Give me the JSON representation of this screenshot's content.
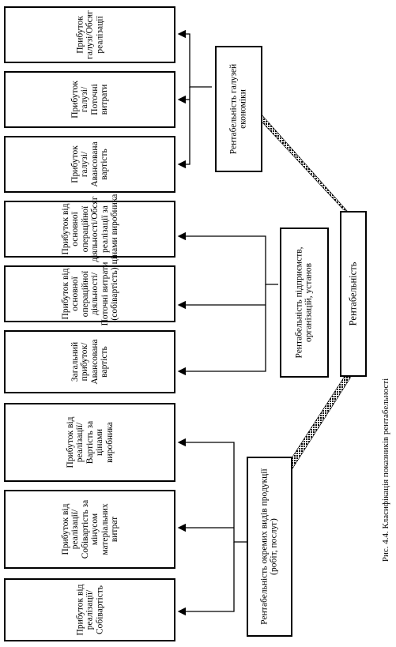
{
  "root": {
    "label": "Рентабельність"
  },
  "groups": [
    {
      "label": "Рентабельність галузей економіки",
      "leaves": [
        {
          "label": "Прибуток галузі/Обсяг реалізації"
        },
        {
          "label": "Прибуток галузі/Поточні витрати"
        },
        {
          "label": "Прибуток галузі/Авансована вартість"
        }
      ]
    },
    {
      "label": "Рентабельність підприємств, організацій, установ",
      "leaves": [
        {
          "label": "Прибуток від основної операційної діяльності/Обсяг реалізації за цінами виробника"
        },
        {
          "label": "Прибуток від основної операційної діяльності/Поточні витрати (собівартість)"
        },
        {
          "label": "Загальний прибуток/Авансована вартість"
        }
      ]
    },
    {
      "label": "Рентабельність окремих видів продукції (робіт, послуг)",
      "leaves": [
        {
          "label": "Прибуток від реалізації/Вартість за цінами виробника"
        },
        {
          "label": "Прибуток від реалізації/Собівартість за мінусом матеріальних витрат"
        },
        {
          "label": "Прибуток від реалізації/Собівартість"
        }
      ]
    }
  ],
  "caption": "Рис. 4.4. Класифікація показників рентабельності"
}
